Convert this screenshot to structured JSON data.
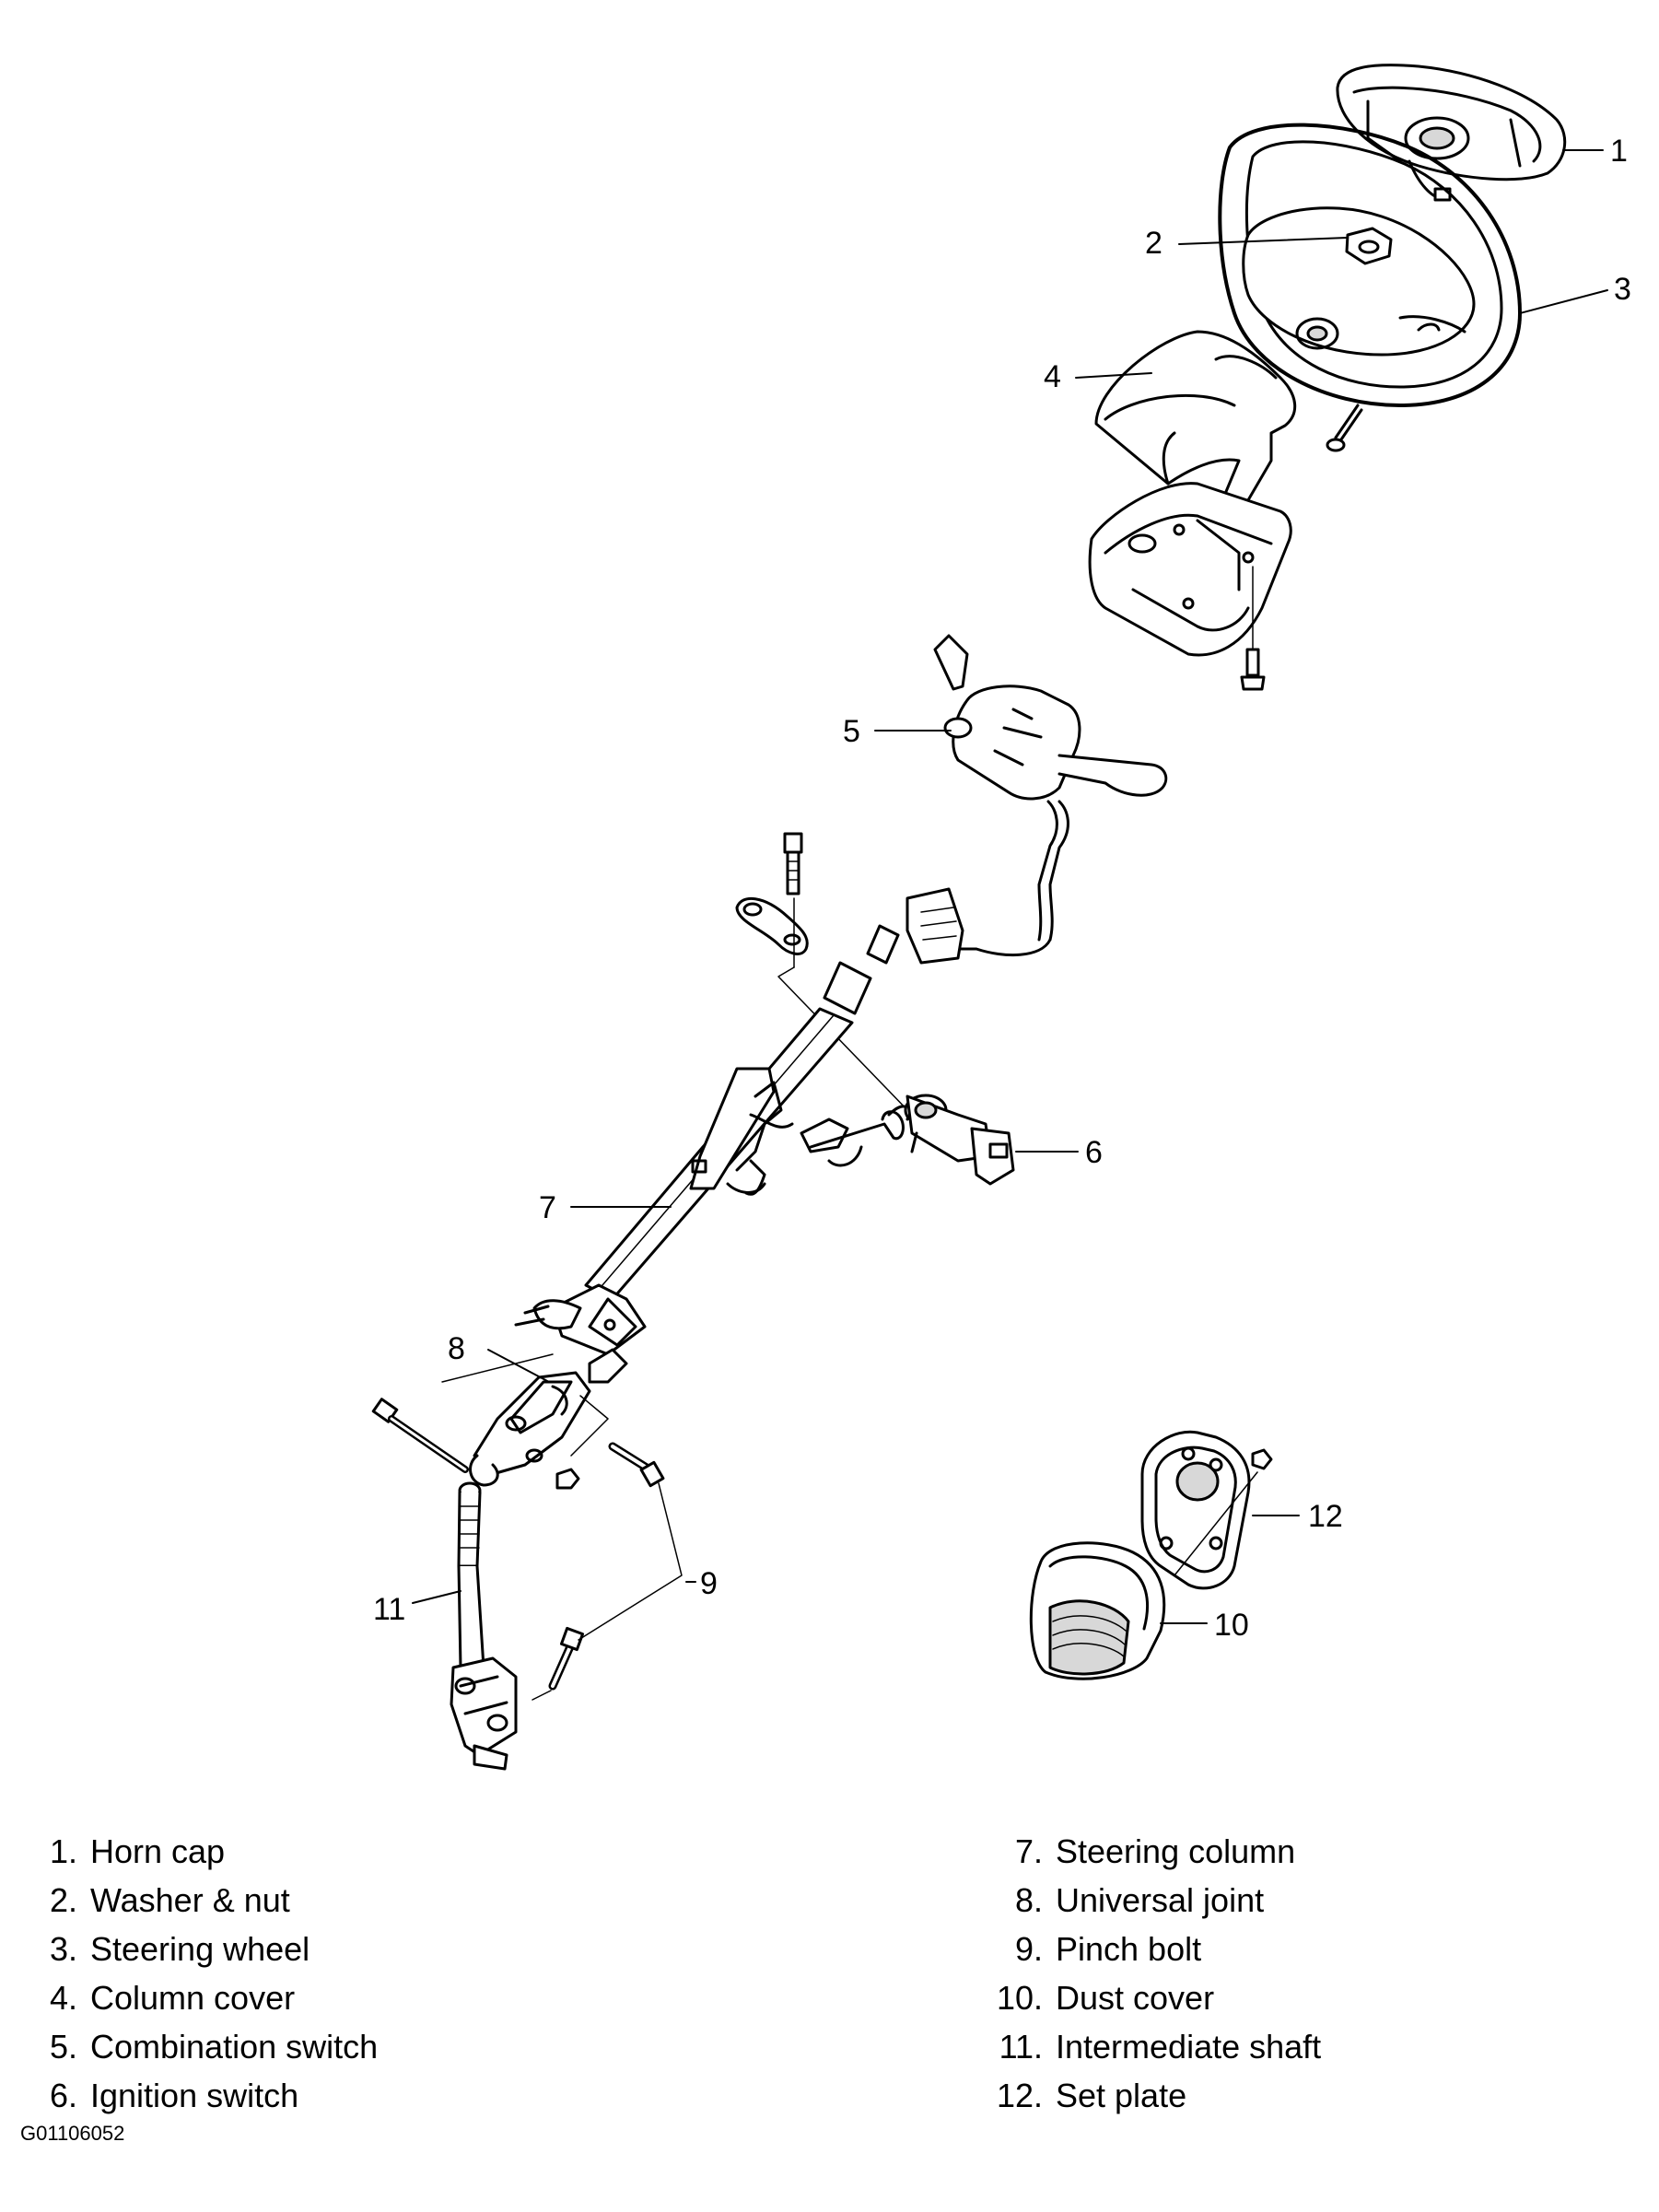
{
  "callouts": {
    "c1": "1",
    "c2": "2",
    "c3": "3",
    "c4": "4",
    "c5": "5",
    "c6": "6",
    "c7": "7",
    "c8": "8",
    "c9": "9",
    "c10": "10",
    "c11": "11",
    "c12": "12"
  },
  "legend": [
    {
      "num": "1.",
      "label": "Horn cap"
    },
    {
      "num": "2.",
      "label": "Washer & nut"
    },
    {
      "num": "3.",
      "label": "Steering wheel"
    },
    {
      "num": "4.",
      "label": "Column cover"
    },
    {
      "num": "5.",
      "label": "Combination switch"
    },
    {
      "num": "6.",
      "label": "Ignition switch"
    },
    {
      "num": "7.",
      "label": "Steering column"
    },
    {
      "num": "8.",
      "label": "Universal joint"
    },
    {
      "num": "9.",
      "label": "Pinch bolt"
    },
    {
      "num": "10.",
      "label": "Dust cover"
    },
    {
      "num": "11.",
      "label": "Intermediate shaft"
    },
    {
      "num": "12.",
      "label": "Set plate"
    }
  ],
  "figure_id": "G01106052",
  "colors": {
    "line": "#000000",
    "background": "#ffffff",
    "shade": "#d8d8d8"
  }
}
